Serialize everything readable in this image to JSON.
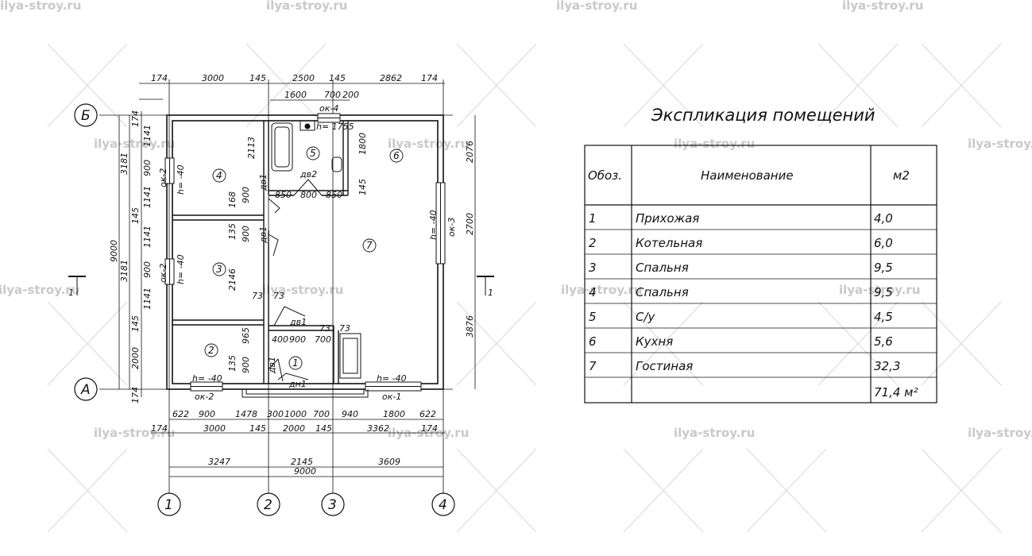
{
  "watermark": {
    "text": "ilya-stroy.ru",
    "color": "#c9c9c9"
  },
  "plan": {
    "axes": {
      "letters": [
        "Б",
        "А"
      ],
      "numbers": [
        "1",
        "2",
        "3",
        "4"
      ]
    },
    "section_marks": [
      "1",
      "1"
    ],
    "rooms": [
      "1",
      "2",
      "3",
      "4",
      "5",
      "6",
      "7"
    ],
    "dims_top_1": [
      "174",
      "3000",
      "145",
      "2500",
      "145",
      "2862",
      "174"
    ],
    "dims_top_2": [
      "1600",
      "700",
      "200"
    ],
    "dims_bottom_1": [
      "622",
      "900",
      "1478",
      "300",
      "1000",
      "700",
      "940",
      "1800",
      "622"
    ],
    "dims_bottom_2": [
      "174",
      "3000",
      "145",
      "2000",
      "145",
      "3362",
      "174"
    ],
    "dims_bottom_3": [
      "3247",
      "2145",
      "3609"
    ],
    "dims_bottom_total": "9000",
    "dims_left_1": [
      "174",
      "1141",
      "900",
      "1141",
      "145",
      "1141",
      "900",
      "1141",
      "145",
      "2000",
      "174"
    ],
    "dims_left_2": [
      "3181",
      "3181"
    ],
    "dims_left_total": "9000",
    "dims_right": [
      "2076",
      "2700",
      "3876"
    ],
    "interior_dims": [
      "2113",
      "1800",
      "145",
      "850",
      "800",
      "850",
      "168",
      "900",
      "135",
      "900",
      "2146",
      "73",
      "73",
      "73",
      "73",
      "400",
      "900",
      "700",
      "965",
      "135",
      "900"
    ],
    "openings": {
      "ok1": "ок-1",
      "ok2_a": "ок-2",
      "ok2_b": "ок-2",
      "ok2_c": "ок-2",
      "ok3": "ок-3",
      "ok4": "ок-4",
      "dv1_a": "дв1",
      "dv1_b": "дв1",
      "dv1_c": "дв1",
      "dv1_d": "дв1",
      "dv2": "дв2",
      "dn1": "дн1"
    },
    "levels": {
      "h40_room4": "h= -40",
      "h40_room3": "h= -40",
      "h40_room7": "h= -40",
      "h40_room2": "h= -40",
      "h40_room1": "h= -40",
      "h1755": "h= 1755"
    }
  },
  "explication": {
    "title": "Экспликация помещений",
    "headers": [
      "Обоз.",
      "Наименование",
      "м2"
    ],
    "rows": [
      {
        "no": "1",
        "name": "Прихожая",
        "area": "4,0"
      },
      {
        "no": "2",
        "name": "Котельная",
        "area": "6,0"
      },
      {
        "no": "3",
        "name": "Спальня",
        "area": "9,5"
      },
      {
        "no": "4",
        "name": "Спальня",
        "area": "9,5"
      },
      {
        "no": "5",
        "name": "С/у",
        "area": "4,5"
      },
      {
        "no": "6",
        "name": "Кухня",
        "area": "5,6"
      },
      {
        "no": "7",
        "name": "Гостиная",
        "area": "32,3"
      }
    ],
    "total": "71,4 м²"
  }
}
